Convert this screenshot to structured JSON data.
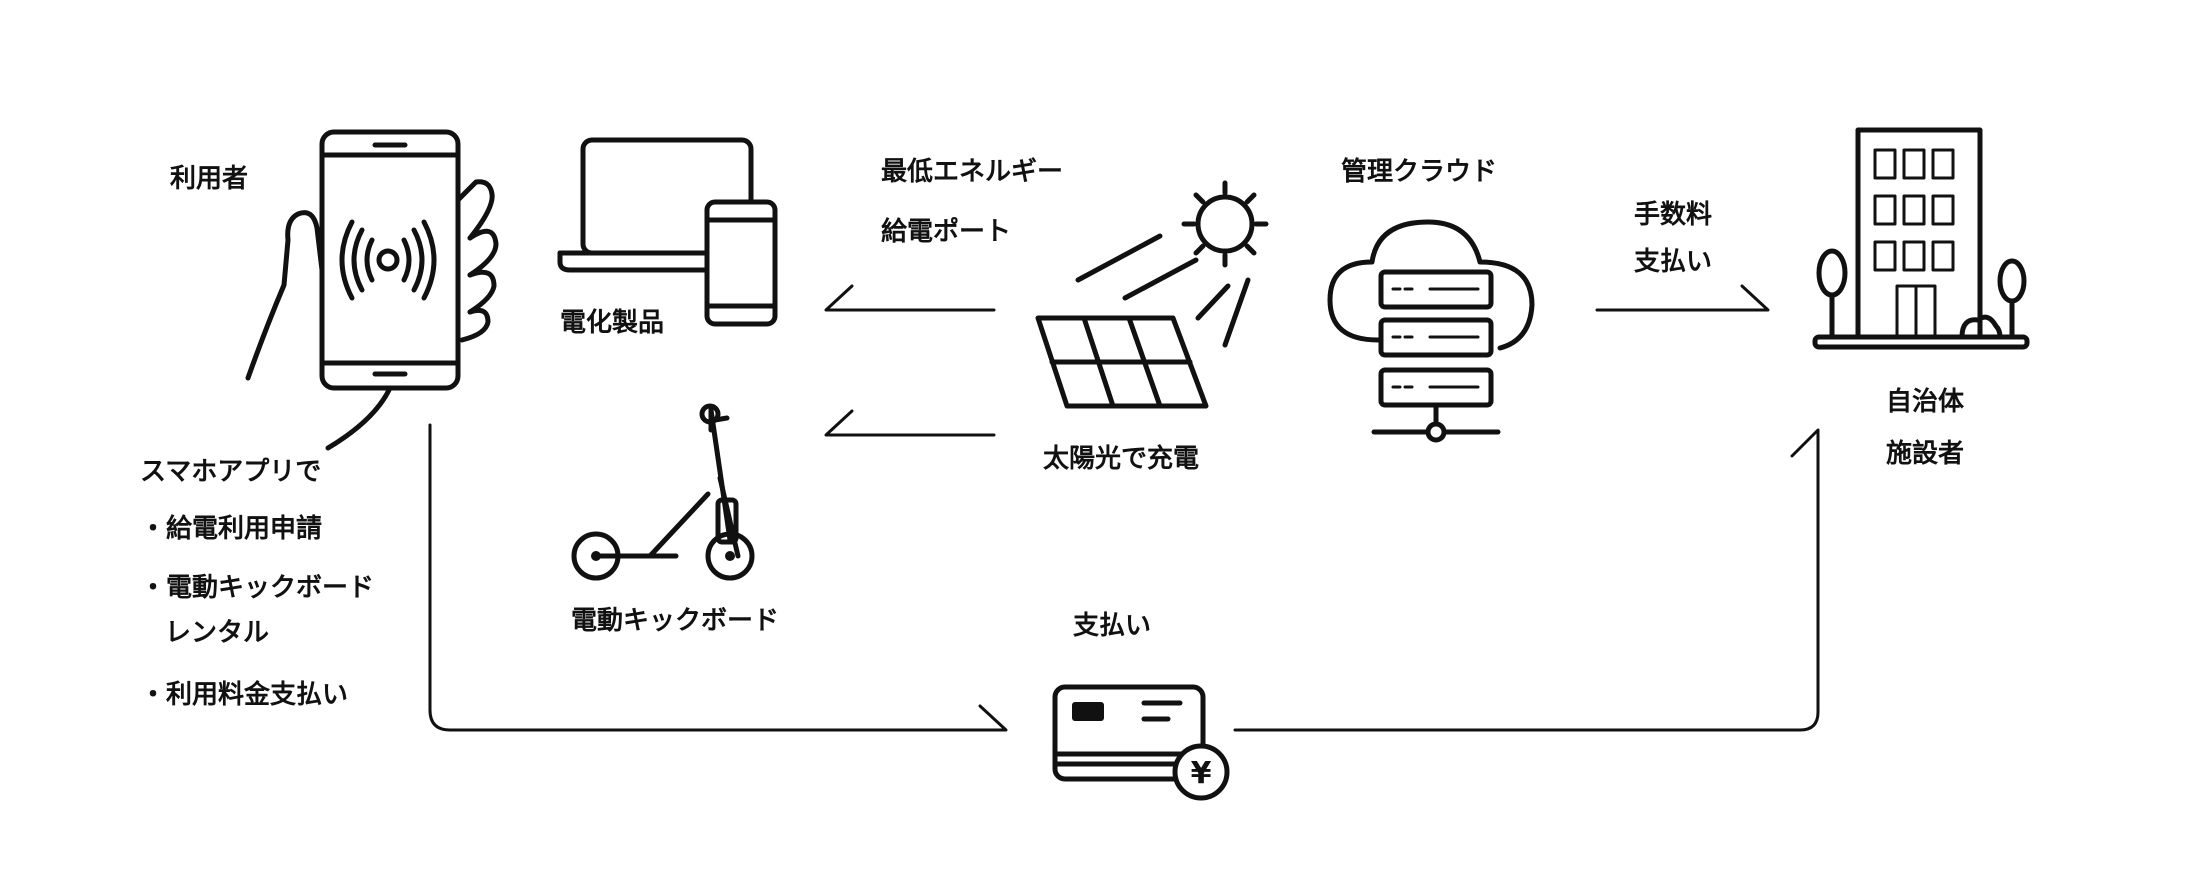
{
  "colors": {
    "line": "#111111",
    "background": "#ffffff"
  },
  "user": {
    "title": "利用者",
    "app_heading": "スマホアプリで",
    "bullet_1": "・給電利用申請",
    "bullet_2_line1": "・電動キックボード",
    "bullet_2_line2": "レンタル",
    "bullet_3": "・利用料金支払い"
  },
  "devices": {
    "electronics_label": "電化製品",
    "scooter_label": "電動キックボード"
  },
  "energy_port": {
    "line1": "最低エネルギー",
    "line2": "給電ポート"
  },
  "solar": {
    "label": "太陽光で充電"
  },
  "cloud": {
    "label": "管理クラウド"
  },
  "fee": {
    "line1": "手数料",
    "line2": "支払い"
  },
  "municipality": {
    "line1": "自治体",
    "line2": "施設者"
  },
  "payment": {
    "label": "支払い",
    "currency_symbol": "¥"
  },
  "icons": [
    "hand-phone-nfc-icon",
    "laptop-phone-icon",
    "scooter-icon",
    "solar-panel-sun-icon",
    "cloud-server-icon",
    "building-icon",
    "card-yen-icon"
  ]
}
